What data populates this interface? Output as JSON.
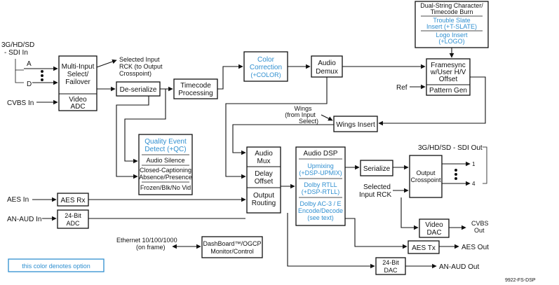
{
  "colors": {
    "option": "#2f8fd0",
    "line": "#111111",
    "legend_border": "#2f8fd0"
  },
  "inputs": {
    "sdi_in": [
      "3G/HD/SD",
      "- SDI In"
    ],
    "input_a": "A",
    "input_d": "D",
    "cvbs_in": "CVBS In",
    "aes_in": "AES In",
    "an_aud_in": "AN-AUD In",
    "ref": "Ref",
    "ethernet": [
      "Ethernet 10/100/1000",
      "(on frame)"
    ]
  },
  "blocks": {
    "multi_input": [
      "Multi-Input",
      "Select/",
      "Failover"
    ],
    "video_adc": [
      "Video",
      "ADC"
    ],
    "selected_input_note": [
      "Selected Input",
      "RCK (to Output",
      "Crosspoint)"
    ],
    "deserialize": "De-serialize",
    "timecode": [
      "Timecode",
      "Processing"
    ],
    "color_correction": [
      "Color",
      "Correction",
      "(+COLOR)"
    ],
    "audio_demux": [
      "Audio",
      "Demux"
    ],
    "burn": {
      "title": [
        "Dual-String Character/",
        "Timecode Burn"
      ],
      "trouble_slate": [
        "Trouble Slate",
        "Insert (+T-SLATE)"
      ],
      "logo_insert": [
        "Logo Insert",
        "(+LOGO)"
      ]
    },
    "framesync": [
      "Framesync",
      "w/User H/V",
      "Offset"
    ],
    "pattern_gen": "Pattern Gen",
    "wings_note": [
      "Wings",
      "(from Input",
      "Select)"
    ],
    "wings_insert": "Wings Insert",
    "quality": {
      "title": [
        "Quality Event",
        "Detect (+QC)"
      ],
      "audio_silence": "Audio Silence",
      "cc": [
        "Closed-Captioning",
        "Absence/Presence"
      ],
      "frozen": "Frozen/Blk/No Vid"
    },
    "audio_mux": [
      "Audio",
      "Mux"
    ],
    "delay_offset": [
      "Delay",
      "Offset"
    ],
    "output_routing": [
      "Output",
      "Routing"
    ],
    "audio_dsp": {
      "title": "Audio DSP",
      "upmixing": [
        "Upmixing",
        "(+DSP-UPMIX)"
      ],
      "dolby_rtll": [
        "Dolby RTLL",
        "(+DSP-RTLL)"
      ],
      "dolby_ac3": [
        "Dolby AC-3 / E",
        "Encode/Decode",
        "(see text)"
      ]
    },
    "serialize": "Serialize",
    "selected_input_rck": [
      "Selected",
      "Input RCK"
    ],
    "output_crosspoint": [
      "Output",
      "Crosspoint"
    ],
    "aes_rx": "AES Rx",
    "adc_24bit": [
      "24-Bit",
      "ADC"
    ],
    "video_dac": [
      "Video",
      "DAC"
    ],
    "aes_tx": "AES Tx",
    "dac_24bit": [
      "24-Bit",
      "DAC"
    ],
    "dashboard": [
      "DashBoard™/OGCP",
      "Monitor/Control"
    ]
  },
  "outputs": {
    "sdi_out": "3G/HD/SD - SDI Out",
    "out_1": "1",
    "out_4": "4",
    "cvbs_out": [
      "CVBS",
      "Out"
    ],
    "aes_out": "AES Out",
    "an_aud_out": "AN-AUD Out"
  },
  "legend": "this color denotes option",
  "figure_id": "9922-FS-DSP"
}
